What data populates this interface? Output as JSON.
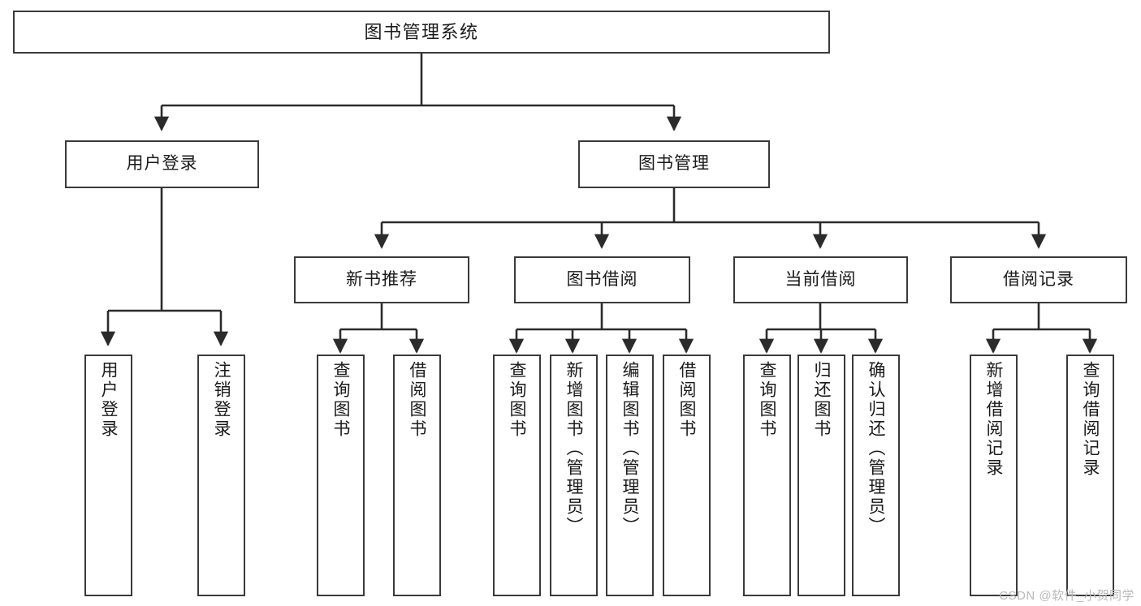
{
  "diagram": {
    "title": "图书管理系统",
    "type": "tree-hierarchy",
    "watermark": "CSDN @软件_小贺同学",
    "colors": {
      "box_border": "#3a3a3a",
      "box_fill": "#ffffff",
      "connector": "#2b2b2b",
      "text": "#1a1a1a",
      "watermark": "#b9b9b9"
    },
    "root": {
      "label": "图书管理系统"
    },
    "level2": [
      {
        "label": "用户登录"
      },
      {
        "label": "图书管理"
      }
    ],
    "level3": [
      {
        "label": "新书推荐"
      },
      {
        "label": "图书借阅"
      },
      {
        "label": "当前借阅"
      },
      {
        "label": "借阅记录"
      }
    ],
    "leaves": {
      "user_login": [
        {
          "label": "用户登录"
        },
        {
          "label": "注销登录"
        }
      ],
      "new_book_recommend": [
        {
          "label": "查询图书"
        },
        {
          "label": "借阅图书"
        }
      ],
      "book_borrow": [
        {
          "label": "查询图书"
        },
        {
          "label": "新增图书（管理员）"
        },
        {
          "label": "编辑图书（管理员）"
        },
        {
          "label": "借阅图书"
        }
      ],
      "current_borrow": [
        {
          "label": "查询图书"
        },
        {
          "label": "归还图书"
        },
        {
          "label": "确认归还（管理员）"
        }
      ],
      "borrow_record": [
        {
          "label": "新增借阅记录"
        },
        {
          "label": "查询借阅记录"
        }
      ]
    }
  }
}
